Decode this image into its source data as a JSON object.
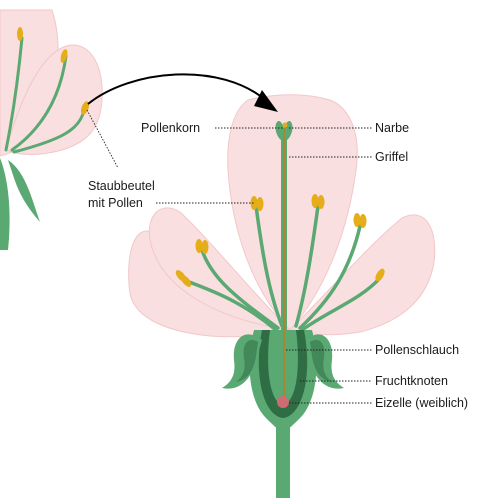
{
  "diagram": {
    "labels": {
      "pollenkorn": "Pollenkorn",
      "narbe": "Narbe",
      "griffel": "Griffel",
      "staubbeutel_line1": "Staubbeutel",
      "staubbeutel_line2": "mit Pollen",
      "pollenschlauch": "Pollenschlauch",
      "fruchtknoten": "Fruchtknoten",
      "eizelle": "Eizelle (weiblich)"
    },
    "colors": {
      "petal": "#f9dfe0",
      "petal_edge": "#f2c7ca",
      "stem": "#5aa872",
      "stem_dark": "#2f6e45",
      "anther": "#e5ad17",
      "pollen_tube": "#c8781a",
      "ovule": "#d06b74",
      "arrow": "#000000"
    }
  }
}
